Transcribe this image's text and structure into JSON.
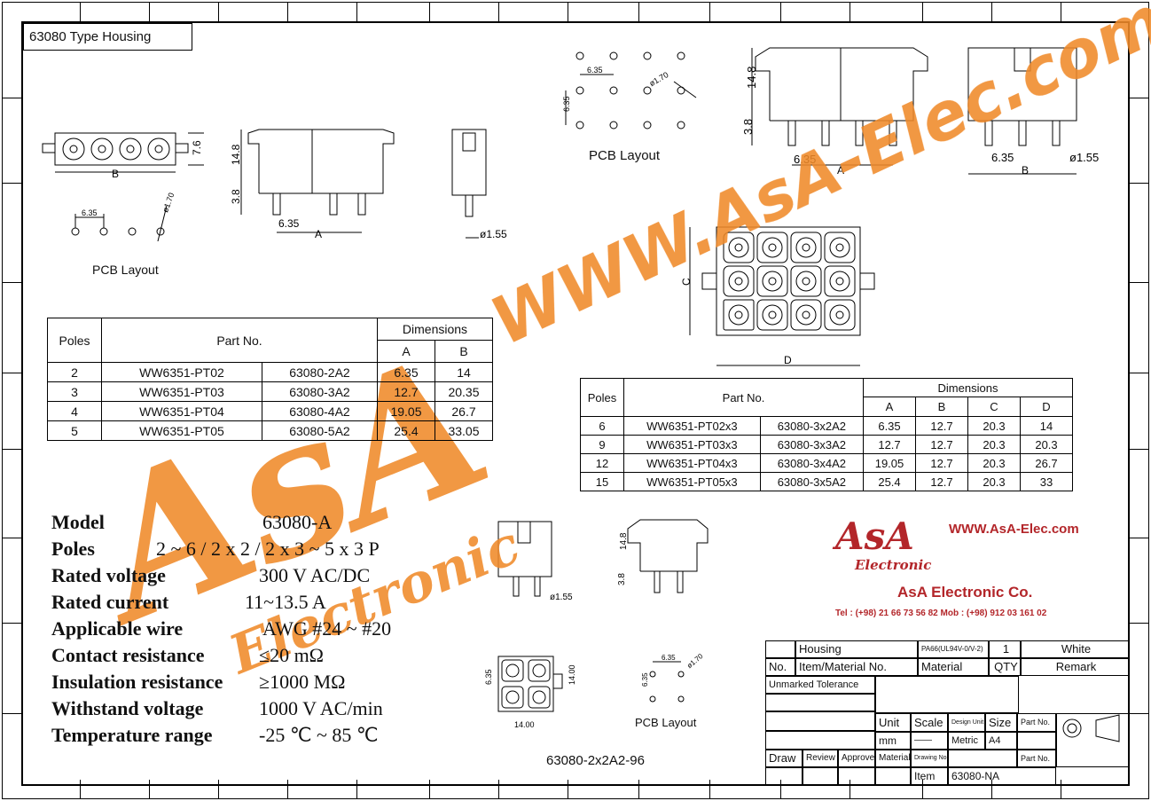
{
  "title": "63080 Type Housing",
  "pcb_layout_label": "PCB Layout",
  "dims": {
    "a": "A",
    "b": "B",
    "c": "C",
    "d": "D",
    "p635": "6.35",
    "h148": "14.8",
    "h38": "3.8",
    "w76": "7.6",
    "d155": "ø1.55",
    "d170": "ø1.70",
    "sq14": "14.00",
    "sq635": "6.35"
  },
  "table1": {
    "headers": {
      "poles": "Poles",
      "part_no": "Part No.",
      "dimensions": "Dimensions",
      "a": "A",
      "b": "B"
    },
    "rows": [
      {
        "poles": "2",
        "ww": "WW6351-PT02",
        "part": "63080-2A2",
        "a": "6.35",
        "b": "14"
      },
      {
        "poles": "3",
        "ww": "WW6351-PT03",
        "part": "63080-3A2",
        "a": "12.7",
        "b": "20.35"
      },
      {
        "poles": "4",
        "ww": "WW6351-PT04",
        "part": "63080-4A2",
        "a": "19.05",
        "b": "26.7"
      },
      {
        "poles": "5",
        "ww": "WW6351-PT05",
        "part": "63080-5A2",
        "a": "25.4",
        "b": "33.05"
      }
    ]
  },
  "table2": {
    "headers": {
      "poles": "Poles",
      "part_no": "Part No.",
      "dimensions": "Dimensions",
      "a": "A",
      "b": "B",
      "c": "C",
      "d": "D"
    },
    "rows": [
      {
        "poles": "6",
        "ww": "WW6351-PT02x3",
        "part": "63080-3x2A2",
        "a": "6.35",
        "b": "12.7",
        "c": "20.3",
        "d": "14"
      },
      {
        "poles": "9",
        "ww": "WW6351-PT03x3",
        "part": "63080-3x3A2",
        "a": "12.7",
        "b": "12.7",
        "c": "20.3",
        "d": "20.3"
      },
      {
        "poles": "12",
        "ww": "WW6351-PT04x3",
        "part": "63080-3x4A2",
        "a": "19.05",
        "b": "12.7",
        "c": "20.3",
        "d": "26.7"
      },
      {
        "poles": "15",
        "ww": "WW6351-PT05x3",
        "part": "63080-3x5A2",
        "a": "25.4",
        "b": "12.7",
        "c": "20.3",
        "d": "33"
      }
    ]
  },
  "specs": [
    {
      "k": "Model",
      "v": "63080-A"
    },
    {
      "k": "Poles",
      "v": "2 ~ 6 / 2 x 2 / 2 x 3 ~ 5 x 3 P"
    },
    {
      "k": "Rated voltage",
      "v": "300 V AC/DC"
    },
    {
      "k": "Rated current",
      "v": "11~13.5 A"
    },
    {
      "k": "Applicable wire",
      "v": "AWG #24 ~ #20"
    },
    {
      "k": "Contact resistance",
      "v": "≤20 mΩ"
    },
    {
      "k": "Insulation resistance",
      "v": "≥1000 MΩ"
    },
    {
      "k": "Withstand voltage",
      "v": "1000 V AC/min"
    },
    {
      "k": "Temperature range",
      "v": "-25 ℃ ~ 85 ℃"
    }
  ],
  "part_caption": "63080-2x2A2-96",
  "watermark": {
    "url": "WWW.AsA-Elec.com",
    "logo": "AsA",
    "sub": "Electronic"
  },
  "company": {
    "url": "WWW.AsA-Elec.com",
    "logo": "AsA",
    "logo_sub": "Electronic",
    "name": "AsA Electronic Co.",
    "tel": "Tel : (+98) 21 66 73 56 82 Mob : (+98) 912 03 161 02"
  },
  "title_block": {
    "housing": "Housing",
    "material_val": "PA66(UL94V-0/V-2)",
    "qty_val": "1",
    "remark_val": "White",
    "no": "No.",
    "item_material": "Item/Material No.",
    "material": "Material",
    "qty": "QTY",
    "remark": "Remark",
    "unmarked": "Unmarked Tolerance",
    "unit": "Unit",
    "scale": "Scale",
    "design_unit": "Design Unit",
    "size": "Size",
    "part_no": "Part No.",
    "mm": "mm",
    "dash": "——",
    "metric": "Metric",
    "a4": "A4",
    "draw": "Draw",
    "review": "Review",
    "approve": "Approve",
    "material2": "Material",
    "drawing_no": "Drawing No.",
    "part_no2": "Part No.",
    "item": "Item",
    "item_val": "63080-NA"
  },
  "colors": {
    "watermark": "#f08a2a",
    "logo_red": "#b3262a"
  }
}
